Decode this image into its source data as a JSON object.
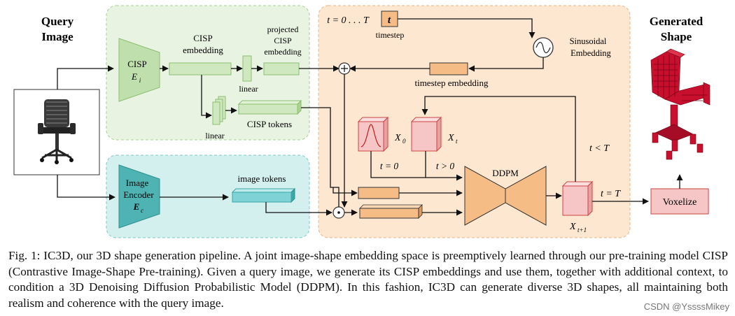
{
  "labels": {
    "query_image_1": "Query",
    "query_image_2": "Image",
    "generated_shape_1": "Generated",
    "generated_shape_2": "Shape",
    "cisp_encoder_1": "CISP",
    "cisp_encoder_2": "E",
    "cisp_encoder_sub": "i",
    "cisp_embedding_1": "CISP",
    "cisp_embedding_2": "embedding",
    "projected_1": "projected",
    "projected_2": "CISP",
    "projected_3": "embedding",
    "linear_top": "linear",
    "linear_bottom": "linear",
    "cisp_tokens": "CISP tokens",
    "image_encoder_1": "Image",
    "image_encoder_2": "Encoder",
    "image_encoder_3": "E",
    "image_encoder_sub": "c",
    "image_tokens": "image tokens",
    "t_range": "t = 0 . . . T",
    "t_box": "t",
    "timestep": "timestep",
    "sinusoidal_1": "Sinusoidal",
    "sinusoidal_2": "Embedding",
    "timestep_embedding": "timestep embedding",
    "x0": "X",
    "x0_sub": "0",
    "xt": "X",
    "xt_sub": "t",
    "cond_t0": "t = 0",
    "cond_tgt0": "t > 0",
    "ddpm": "DDPM",
    "t_lt_T": "t < T",
    "t_eq_T": "t = T",
    "xt1": "X",
    "xt1_sub": "t+1",
    "voxelize": "Voxelize"
  },
  "caption": "Fig. 1: IC3D, our 3D shape generation pipeline. A joint image-shape embedding space is preemptively learned through our pre-training model CISP (Contrastive Image-Shape Pre-training). Given a query image, we generate its CISP embeddings and use them, together with additional context, to condition a 3D Denoising Diffusion Probabilistic Model (DDPM). In this fashion, IC3D can generate diverse 3D shapes, all maintaining both realism and coherence with the query image.",
  "watermark": "CSDN @YssssMikey",
  "colors": {
    "green_panel": "#e8f3e2",
    "green_box": "#cfe8bf",
    "green_stroke": "#8cbf72",
    "cyan_panel": "#d3f0ef",
    "cyan_box": "#7fd3d6",
    "teal_box": "#4fb3b3",
    "orange_panel": "#fde7d0",
    "orange_box": "#f5bd85",
    "pink_box": "#f6c6c6",
    "voxel_red": "#c8102e"
  }
}
